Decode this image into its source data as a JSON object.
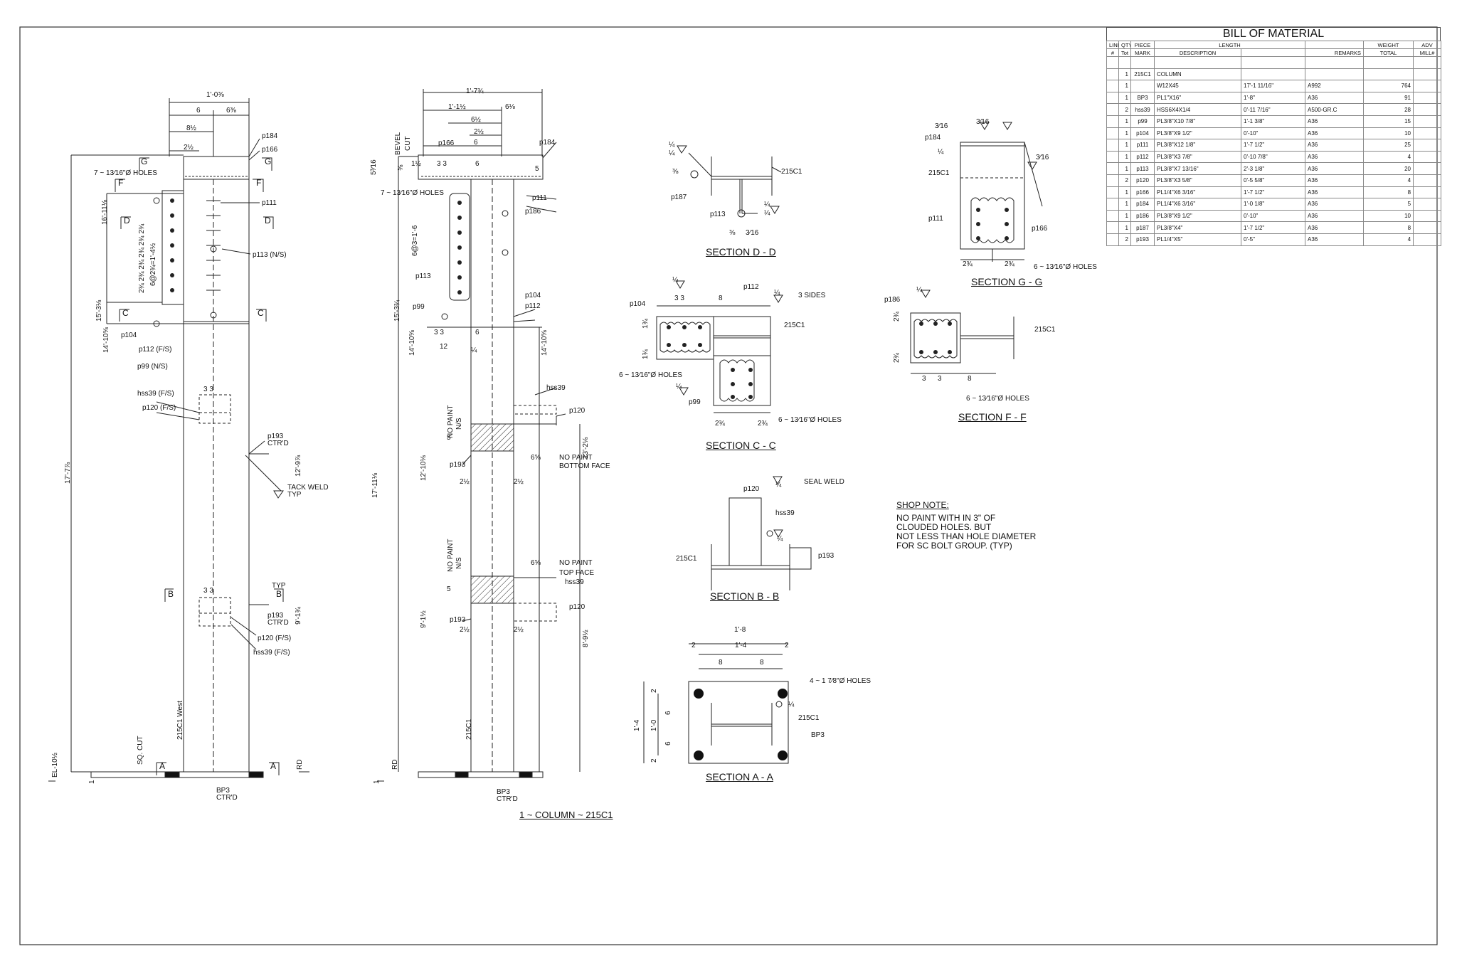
{
  "bom": {
    "title": "BILL OF MATERIAL",
    "header_top": [
      "LINE",
      "QTY",
      "PIECE",
      "LENGTH",
      "",
      "WEIGHT",
      "ADV"
    ],
    "header_bottom": [
      "#",
      "Tot",
      "MARK",
      "DESCRIPTION",
      "",
      "REMARKS",
      "TOTAL",
      "MILL#"
    ],
    "rows": [
      [
        "",
        "",
        "",
        "",
        "",
        "",
        "",
        ""
      ],
      [
        "",
        "1",
        "215C1",
        "COLUMN",
        "",
        "",
        "",
        ""
      ],
      [
        "",
        "1",
        "",
        "W12X45",
        "17'-1 11/16\"",
        "A992",
        "764",
        ""
      ],
      [
        "",
        "1",
        "BP3",
        "PL1\"X16\"",
        "1'-8\"",
        "A36",
        "91",
        ""
      ],
      [
        "",
        "2",
        "hss39",
        "HSS6X4X1/4",
        "0'-11 7/16\"",
        "A500-GR.C",
        "28",
        ""
      ],
      [
        "",
        "1",
        "p99",
        "PL3/8\"X10 7/8\"",
        "1'-1 3/8\"",
        "A36",
        "15",
        ""
      ],
      [
        "",
        "1",
        "p104",
        "PL3/8\"X9 1/2\"",
        "0'-10\"",
        "A36",
        "10",
        ""
      ],
      [
        "",
        "1",
        "p111",
        "PL3/8\"X12 1/8\"",
        "1'-7 1/2\"",
        "A36",
        "25",
        ""
      ],
      [
        "",
        "1",
        "p112",
        "PL3/8\"X3 7/8\"",
        "0'-10 7/8\"",
        "A36",
        "4",
        ""
      ],
      [
        "",
        "1",
        "p113",
        "PL3/8\"X7 13/16\"",
        "2'-3 1/8\"",
        "A36",
        "20",
        ""
      ],
      [
        "",
        "2",
        "p120",
        "PL3/8\"X3 5/8\"",
        "0'-5 5/8\"",
        "A36",
        "4",
        ""
      ],
      [
        "",
        "1",
        "p166",
        "PL1/4\"X6 3/16\"",
        "1'-7 1/2\"",
        "A36",
        "8",
        ""
      ],
      [
        "",
        "1",
        "p184",
        "PL1/4\"X6 3/16\"",
        "1'-0 1/8\"",
        "A36",
        "5",
        ""
      ],
      [
        "",
        "1",
        "p186",
        "PL3/8\"X9 1/2\"",
        "0'-10\"",
        "A36",
        "10",
        ""
      ],
      [
        "",
        "1",
        "p187",
        "PL3/8\"X4\"",
        "1'-7 1/2\"",
        "A36",
        "8",
        ""
      ],
      [
        "",
        "2",
        "p193",
        "PL1/4\"X5\"",
        "0'-5\"",
        "A36",
        "4",
        ""
      ]
    ]
  },
  "titles": {
    "main": "1 ~ COLUMN ~ 215C1",
    "sec_dd": "SECTION D - D",
    "sec_gg": "SECTION G - G",
    "sec_cc": "SECTION C - C",
    "sec_ff": "SECTION F - F",
    "sec_bb": "SECTION B - B",
    "sec_aa": "SECTION A - A"
  },
  "shop_note": {
    "heading": "SHOP NOTE:",
    "lines": [
      "NO PAINT WITH IN 3\" OF",
      "CLOUDED HOLES. BUT",
      "NOT LESS THAN HOLE DIAMETER",
      "FOR SC BOLT GROUP. (TYP)"
    ]
  },
  "labels": {
    "w_top_dim": "1'-0⅜",
    "w_6": "6",
    "w_638": "6⅜",
    "w_812": "8½",
    "w_212": "2½",
    "w_p184": "p184",
    "w_p166": "p166",
    "w_g": "G",
    "w_g2": "G",
    "w_holes": "7 ~ 13⁄16\"Ø HOLES",
    "w_f": "F",
    "w_f2": "F",
    "w_d": "D",
    "w_d2": "D",
    "w_p111": "p111",
    "w_p113": "p113 (N/S)",
    "w_c": "C",
    "w_c2": "C",
    "w_p104": "p104",
    "w_p112": "p112 (F/S)",
    "w_p99": "p99 (N/S)",
    "w_hss39": "hss39 (F/S)",
    "w_p120": "p120 (F/S)",
    "w_33": "3   3",
    "w_33b": "3   3",
    "w_p193": "p193",
    "w_ctrd": "CTR'D",
    "w_tack": "TACK WELD",
    "w_typ": "TYP",
    "w_typ2": "TYP",
    "w_b": "B",
    "w_b2": "B",
    "w_p193b": "p193",
    "w_ctrdb": "CTR'D",
    "w_p120b": "p120 (F/S)",
    "w_hss39b": "hss39 (F/S)",
    "w_a": "A",
    "w_a2": "A",
    "w_bp3": "BP3",
    "w_bp3ctr": "CTR'D",
    "w_v1": "17'-7⅞",
    "w_v2": "16'-11⅛",
    "w_v3": "6@2¾=1'-4½",
    "w_v4": "15'-3⅛",
    "w_v5": "14'-10⅝",
    "w_v6": "12'-9⅞",
    "w_v7": "9'-1¾",
    "w_v8": "215C1 West",
    "w_v9": "SQ. CUT",
    "w_v10": "EL-10½",
    "w_v11": "RD",
    "w_v12": "2¾ 2¾ 2¾ 2¾ 2¾ 2¾",
    "w_v13": "1",
    "f_top": "1'-7¾",
    "f_2": "1'-1½",
    "f_3": "6½",
    "f_4": "6⅛",
    "f_5": "2½",
    "f_6": "6",
    "f_7": "1½",
    "f_33": "3   3",
    "f_6b": "6",
    "f_p166": "p166",
    "f_p184": "p184",
    "f_holes": "7 ~ 13⁄16\"Ø HOLES",
    "f_p111": "p111",
    "f_p186": "p186",
    "f_p113": "p113",
    "f_p104": "p104",
    "f_p112": "p112",
    "f_p99": "p99",
    "f_3b": "3   3",
    "f_6c": "6",
    "f_12": "12",
    "f_14": "¼",
    "f_hss39": "hss39",
    "f_p120": "p120",
    "f_p193": "p193",
    "f_658": "6⅝",
    "f_np": "NO PAINT",
    "f_bf": "BOTTOM FACE",
    "f_212a": "2½",
    "f_212b": "2½",
    "f_658b": "6⅝",
    "f_np2": "NO PAINT",
    "f_tf": "TOP FACE",
    "f_hss39b": "hss39",
    "f_p193b": "p193",
    "f_p120b": "p120",
    "f_212c": "2½",
    "f_212d": "2½",
    "f_bp3": "BP3",
    "f_ctrd": "CTR'D",
    "f_5a": "5",
    "f_5b": "5",
    "f_5c": "5",
    "f_v1": "17'-11⅛",
    "f_v2": "6@3=1'-6",
    "f_v3": "15'-3¾",
    "f_v4": "14'-10⅝",
    "f_v5": "14'-10⅝",
    "f_v6": "12'-10⅛",
    "f_v7": "13'-2⅛",
    "f_v8": "9'-1½",
    "f_v9": "8'-9½",
    "f_v10": "215C1",
    "f_v11": "NO PAINT",
    "f_v12": "N/S",
    "f_v13": "NO PAINT",
    "f_v14": "N/S",
    "f_v15": "BEVEL",
    "f_v16": "CUT",
    "f_v17": "5³⁄16",
    "f_v18": "⅜",
    "f_v19": "RD",
    "f_v20": "1",
    "dd_215": "215C1",
    "dd_p187": "p187",
    "dd_p113": "p113",
    "dd_38a": "⅜",
    "dd_38b": "⅜",
    "dd_316": "3⁄16",
    "dd_14a": "¼",
    "dd_14b": "¼",
    "dd_14c": "¼",
    "dd_14d": "¼",
    "gg_316a": "3⁄16",
    "gg_316b": "3⁄16",
    "gg_316c": "3⁄16",
    "gg_p184": "p184",
    "gg_14": "¼",
    "gg_215": "215C1",
    "gg_p111": "p111",
    "gg_p166": "p166",
    "gg_234a": "2¾",
    "gg_234b": "2¾",
    "gg_holes": "6 ~ 13⁄16\"Ø HOLES",
    "cc_14a": "¼",
    "cc_14b": "¼",
    "cc_p112": "p112",
    "cc_3s": "3 SIDES",
    "cc_p104": "p104",
    "cc_33": "3    3",
    "cc_8": "8",
    "cc_215": "215C1",
    "cc_134a": "1¾",
    "cc_134b": "1¾",
    "cc_holes": "6 ~ 13⁄16\"Ø HOLES",
    "cc_p99": "p99",
    "cc_14c": "¼",
    "cc_holes2": "6 ~ 13⁄16\"Ø HOLES",
    "cc_234a": "2¾",
    "cc_234b": "2¾",
    "ff_p186": "p186",
    "ff_14": "¼",
    "ff_215": "215C1",
    "ff_234a": "2¾",
    "ff_234b": "2¾",
    "ff_3a": "3",
    "ff_3b": "3",
    "ff_8": "8",
    "ff_holes": "6 ~ 13⁄16\"Ø HOLES",
    "bb_p120": "p120",
    "bb_14": "¼",
    "bb_seal": "SEAL WELD",
    "bb_hss39": "hss39",
    "bb_14b": "¼",
    "bb_215": "215C1",
    "bb_p193": "p193",
    "aa_18": "1'-8",
    "aa_2a": "2",
    "aa_14": "1'-4",
    "aa_2b": "2",
    "aa_8a": "8",
    "aa_8b": "8",
    "aa_holes": "4 ~ 1 7⁄8\"Ø HOLES",
    "aa_14b": "¼",
    "aa_215": "215C1",
    "aa_bp3": "BP3",
    "aa_v1": "1'-4",
    "aa_v2": "1'-0",
    "aa_v3": "2",
    "aa_v4": "6",
    "aa_v5": "6",
    "aa_v6": "2"
  }
}
